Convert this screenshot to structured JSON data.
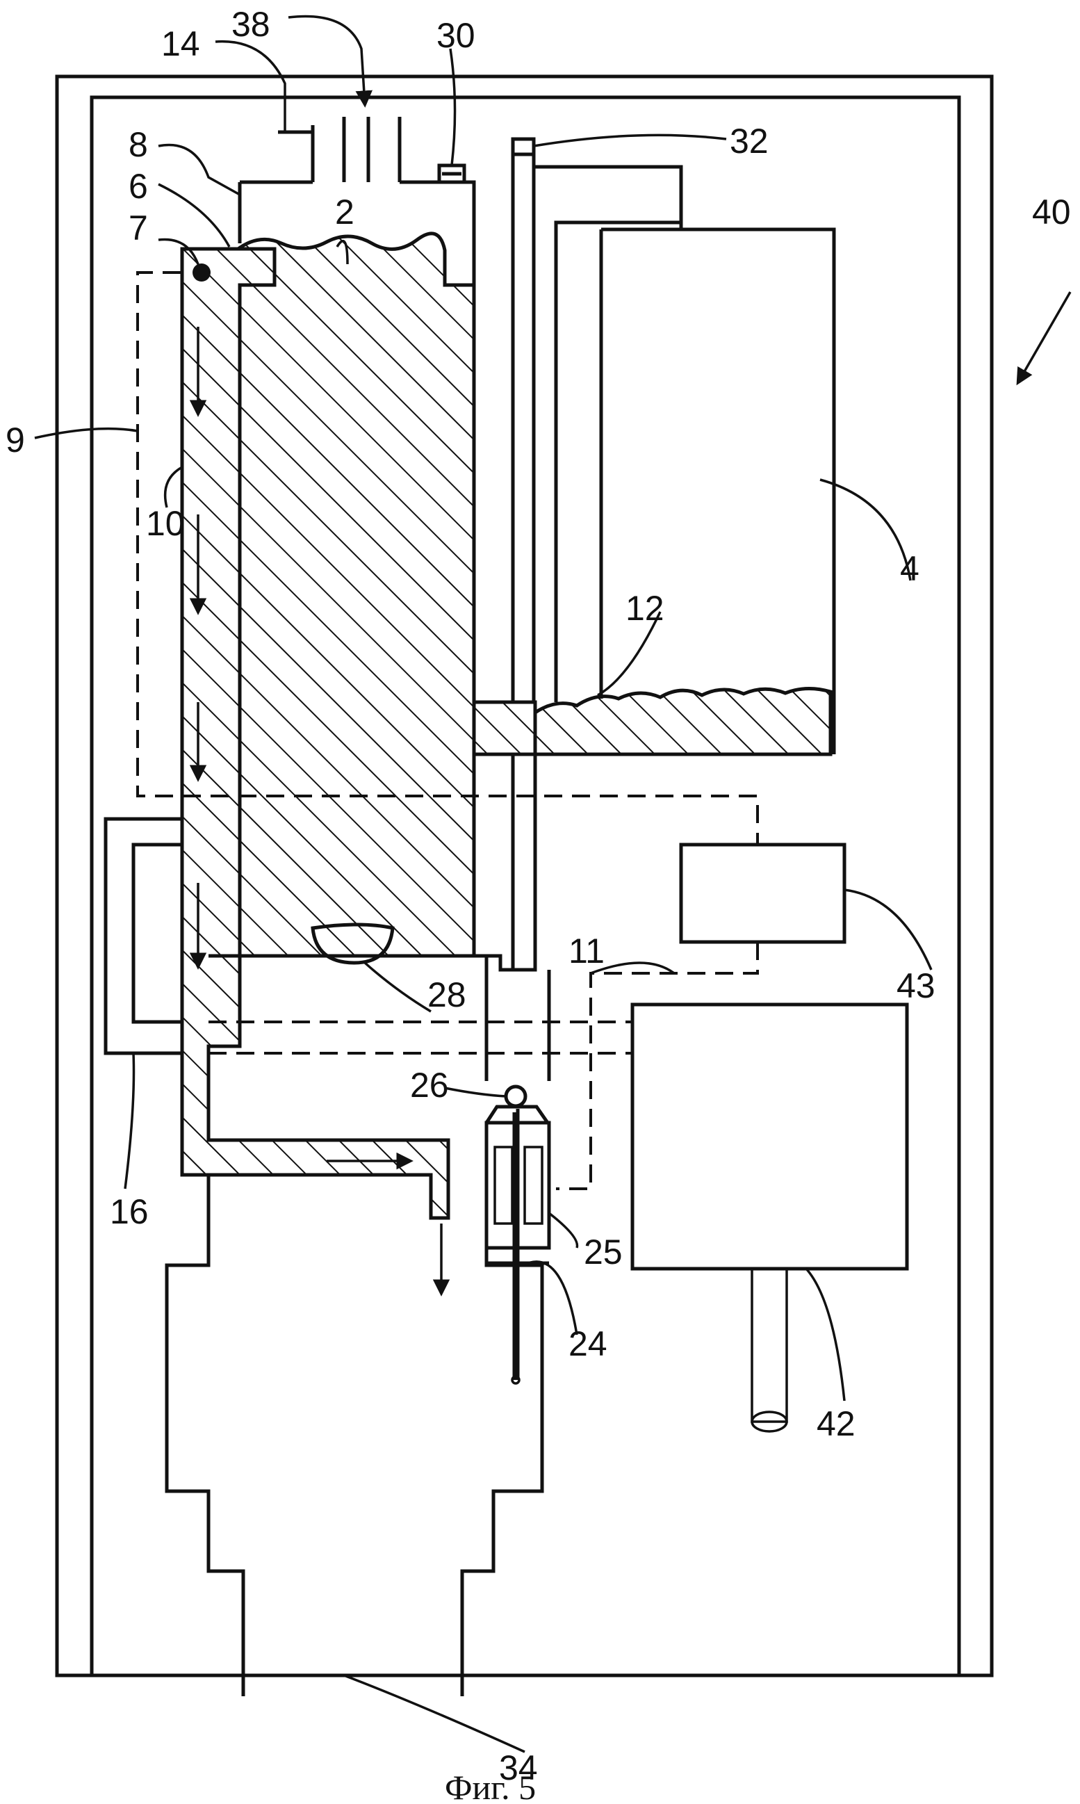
{
  "figure": {
    "caption": "Фиг. 5",
    "labels": {
      "l2": "2",
      "l4": "4",
      "l6": "6",
      "l7": "7",
      "l8": "8",
      "l9": "9",
      "l10": "10",
      "l11": "11",
      "l12": "12",
      "l14": "14",
      "l16": "16",
      "l24": "24",
      "l25": "25",
      "l26": "26",
      "l28": "28",
      "l30": "30",
      "l32": "32",
      "l34": "34",
      "l38": "38",
      "l40": "40",
      "l42": "42",
      "l43": "43"
    }
  }
}
